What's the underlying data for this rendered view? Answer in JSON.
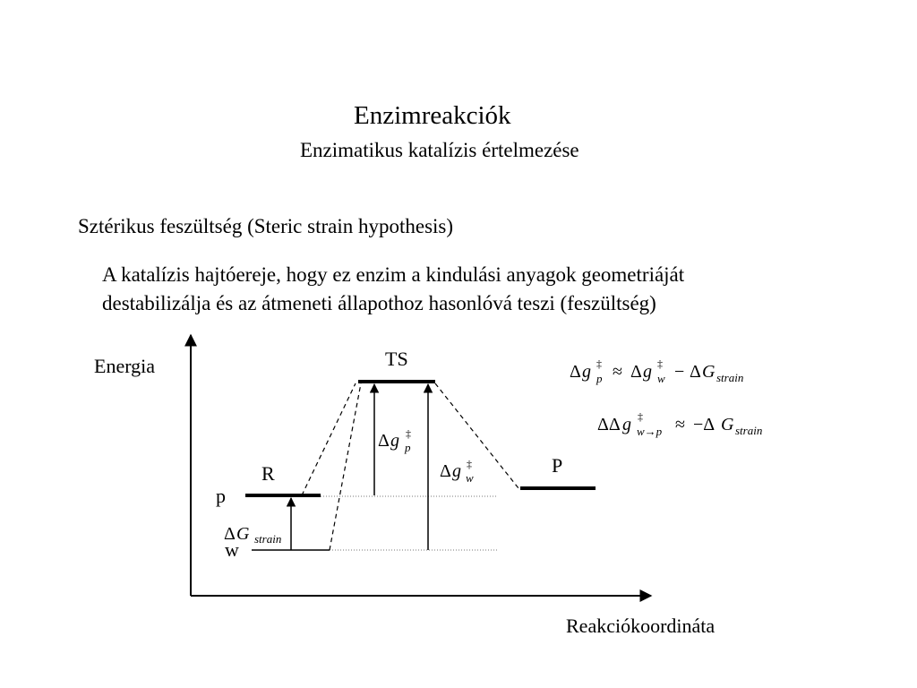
{
  "slide": {
    "title": "Enzimreakciók",
    "subtitle": "Enzimatikus katalízis értelmezése",
    "heading": "Sztérikus feszültség (Steric strain hypothesis)",
    "paragraph_lines": [
      "A katalízis hajtóereje, hogy ez enzim a kindulási anyagok geometriáját",
      "destabilizálja és az átmeneti állapothoz hasonlóvá teszi (feszültség)"
    ]
  },
  "diagram": {
    "y_axis_label": "Energia",
    "x_axis_label": "Reakciókoordináta",
    "levels": {
      "ts": "TS",
      "r": "R",
      "p_state": "p",
      "w_state": "w",
      "product": "P"
    },
    "arrows": {
      "delta": "Δ",
      "g_symbol": "g",
      "G_symbol": "G",
      "dagger": "‡",
      "sub_p": "p",
      "sub_w": "w",
      "sub_strain": "strain"
    },
    "equations": {
      "eq1": {
        "lhs_delta": "Δ",
        "lhs_g": "g",
        "lhs_dagger": "‡",
        "lhs_sub": "p",
        "approx": "≈",
        "rhs_delta": "Δ",
        "rhs_g": "g",
        "rhs_dagger": "‡",
        "rhs_sub": "w",
        "minus": "−",
        "strain_delta": "Δ",
        "strain_G": "G",
        "strain_sub": "strain"
      },
      "eq2": {
        "lhs_delta": "ΔΔ",
        "lhs_g": "g",
        "lhs_dagger": "‡",
        "lhs_sub": "w→p",
        "approx": "≈",
        "rhs": "−Δ",
        "rhs_G": "G",
        "rhs_sub": "strain"
      }
    }
  }
}
